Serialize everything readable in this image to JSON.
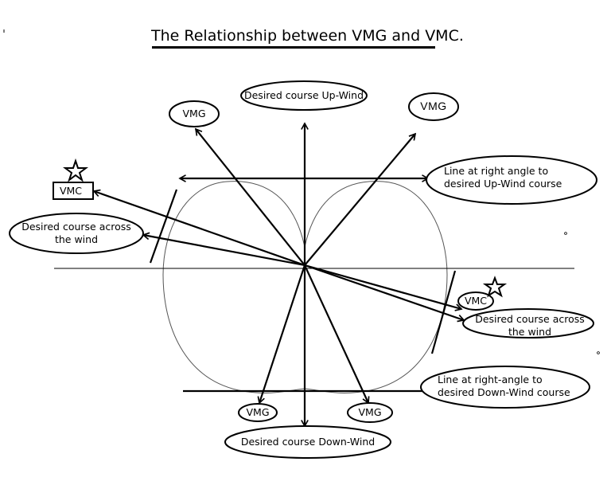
{
  "title": "The Relationship between VMG and VMC.",
  "labels": {
    "vmg_upper_left": "VMG",
    "vmg_upper_right": "VMG",
    "vmg_lower_left": "VMG",
    "vmg_lower_right": "VMG",
    "vmc_left": "VMC",
    "vmc_right": "VMC",
    "upwind": "Desired course Up-Wind",
    "downwind": "Desired course Down-Wind",
    "across_left": "Desired course across the wind",
    "across_right": "Desired course across the wind",
    "right_angle_up": "Line at right angle to desired Up-Wind course",
    "right_angle_down": "Line at right-angle to desired Down-Wind course"
  }
}
